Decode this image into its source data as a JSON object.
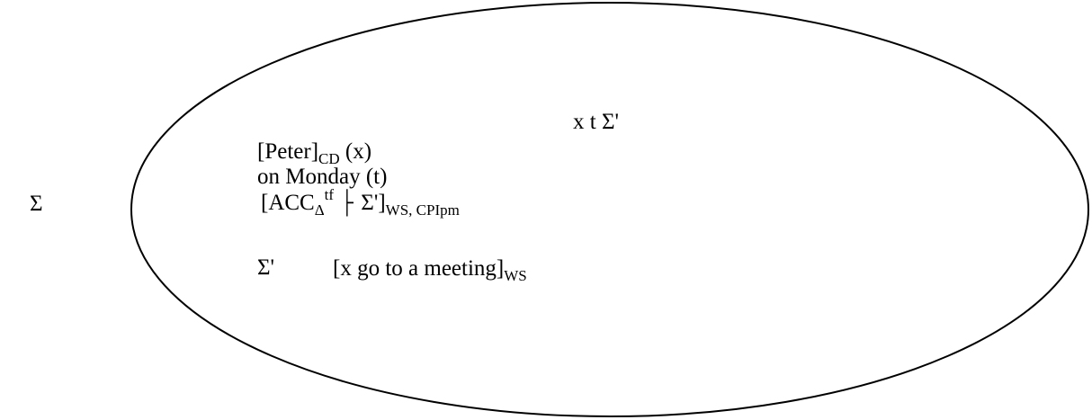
{
  "outer_box": {
    "label": "Σ"
  },
  "drs": {
    "referents": "x t Σ'",
    "conditions": {
      "peter": {
        "main": "[Peter]",
        "sub": "CD",
        "arg": " (x)"
      },
      "monday": "on Monday (t)",
      "acc": {
        "open": "[ACC",
        "sub": "Δ",
        "sup": "tf",
        "turnstile": "├",
        "target": " Σ']",
        "sub2": "WS, CPIpm"
      },
      "embedded": {
        "label": "Σ'",
        "content": "[x go to a meeting]",
        "sub": "WS"
      }
    }
  }
}
